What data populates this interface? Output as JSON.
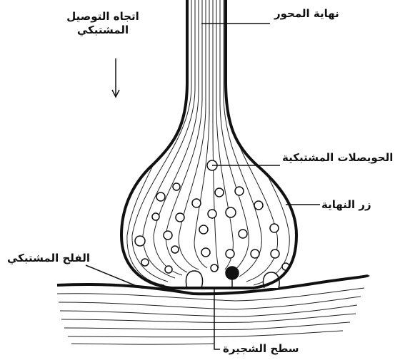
{
  "labels": {
    "conduction_direction": "اتجاه التوصيل المشتبكي",
    "axon_terminal": "نهاية المحور",
    "synaptic_vesicles": "الحويصلات المشتبكية",
    "terminal_bouton": "زر النهاية",
    "synaptic_cleft": "الفلح المشتبكي",
    "dendrite_surface": "سطح الشجيرة"
  },
  "colors": {
    "ink": "#111111",
    "paper": "#ffffff"
  },
  "icons": {
    "direction_arrow": "down-arrow-icon"
  }
}
